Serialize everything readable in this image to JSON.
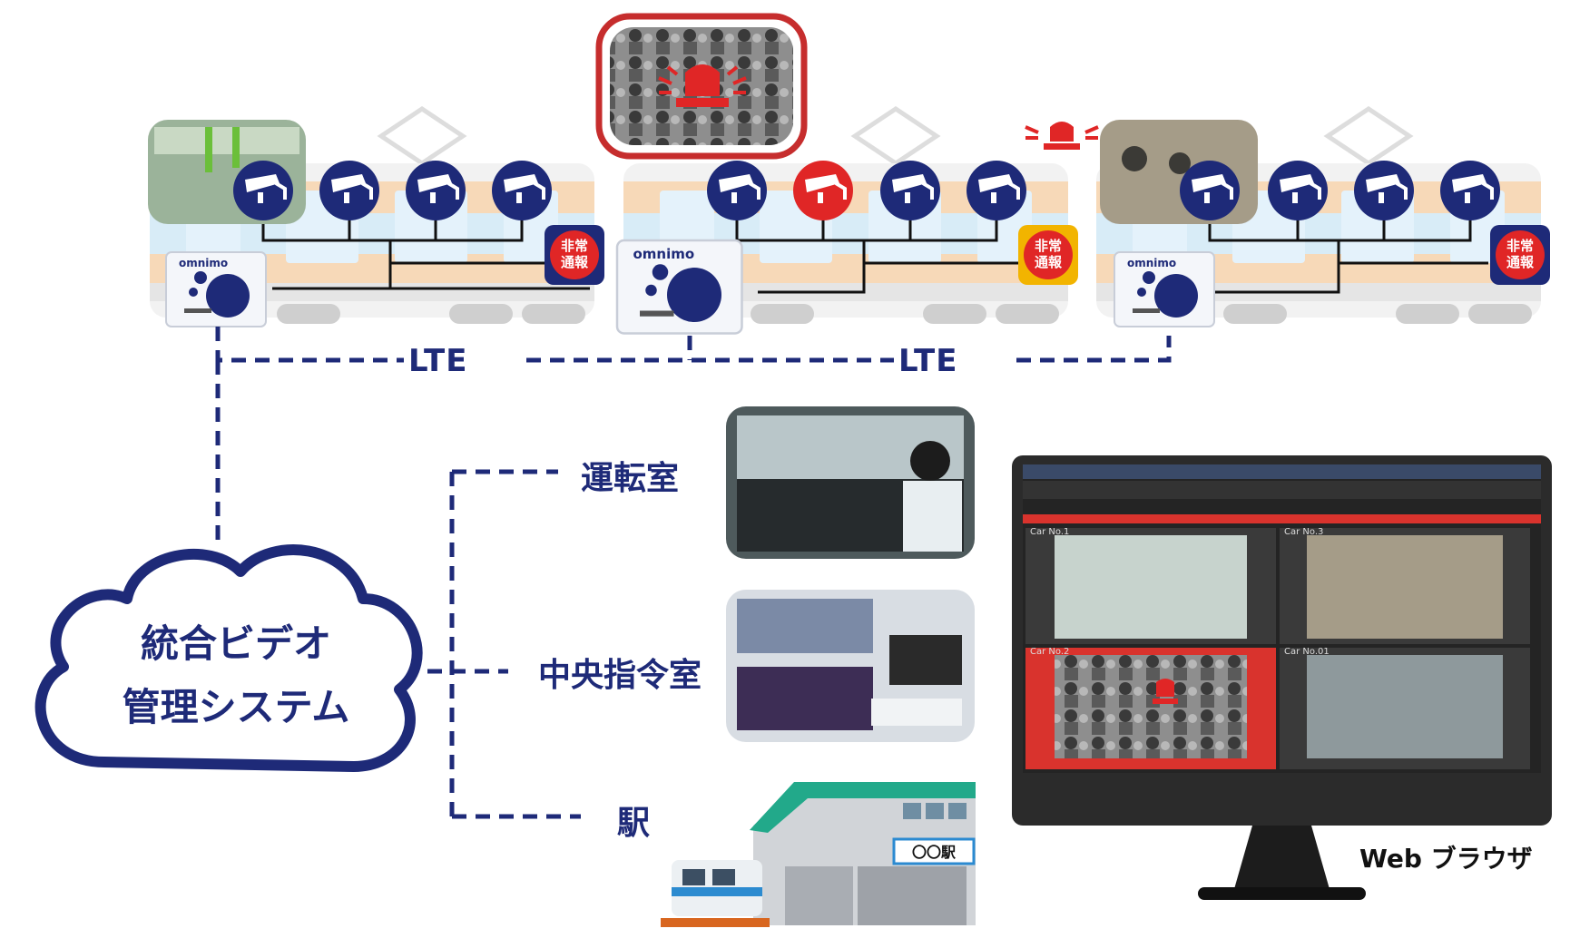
{
  "network": {
    "lte_left": "LTE",
    "lte_right": "LTE"
  },
  "system": {
    "line1": "統合ビデオ",
    "line2": "管理システム"
  },
  "destinations": {
    "cab": "運転室",
    "center": "中央指令室",
    "station": "駅"
  },
  "station_sign": "〇〇駅",
  "device_brand": "omnimo",
  "emergency_button": {
    "line1": "非常",
    "line2": "通報"
  },
  "browser_label": "Web ブラウザ",
  "monitor": {
    "tiles": [
      {
        "label": "Car No.1"
      },
      {
        "label": "Car No.3"
      },
      {
        "label": "Car No.2"
      },
      {
        "label": "Car No.01"
      }
    ]
  },
  "colors": {
    "navy": "#1e2a78",
    "alert": "#e02626",
    "train_orange": "#f7d9b8",
    "train_blue": "#d8ecf7"
  }
}
